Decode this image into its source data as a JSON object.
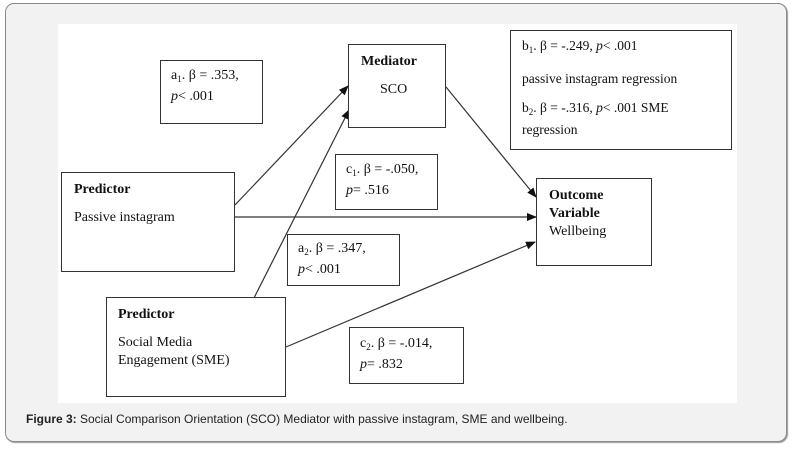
{
  "figure": {
    "nodes": {
      "mediator": {
        "title": "Mediator",
        "label": "SCO"
      },
      "predictor1": {
        "title": "Predictor",
        "label": "Passive instagram"
      },
      "predictor2": {
        "title": "Predictor",
        "label_line1": "Social Media",
        "label_line2": "Engagement (SME)"
      },
      "outcome": {
        "title_line1": "Outcome",
        "title_line2": "Variable",
        "label": "Wellbeing"
      }
    },
    "paths": {
      "a1": {
        "letter": "a",
        "sub": "1",
        "beta": ". β = .353,",
        "p_sym": "p",
        "p_val": "< .001"
      },
      "a2": {
        "letter": "a",
        "sub": "2",
        "beta": ". β = .347,",
        "p_sym": "p",
        "p_val": "< .001"
      },
      "c1": {
        "letter": "c",
        "sub": "1",
        "beta": ". β = -.050,",
        "p_sym": "p",
        "p_val": "= .516"
      },
      "c2": {
        "letter": "c",
        "sub": "2",
        "beta": ". β = -.014,",
        "p_sym": "p",
        "p_val": "= .832"
      },
      "b": {
        "b1_letter": "b",
        "b1_sub": "1",
        "b1_beta": ". β = -.249, ",
        "b1_p_sym": "p",
        "b1_p_val": "< .001",
        "b1_note": "passive instagram regression",
        "b2_letter": "b",
        "b2_sub": "2",
        "b2_beta": ". β = -.316, ",
        "b2_p_sym": "p",
        "b2_p_val": "< .001 SME",
        "b2_note": "regression"
      }
    }
  },
  "caption": {
    "label": "Figure 3:",
    "text": " Social Comparison Orientation (SCO) Mediator with passive instagram, SME and wellbeing."
  }
}
